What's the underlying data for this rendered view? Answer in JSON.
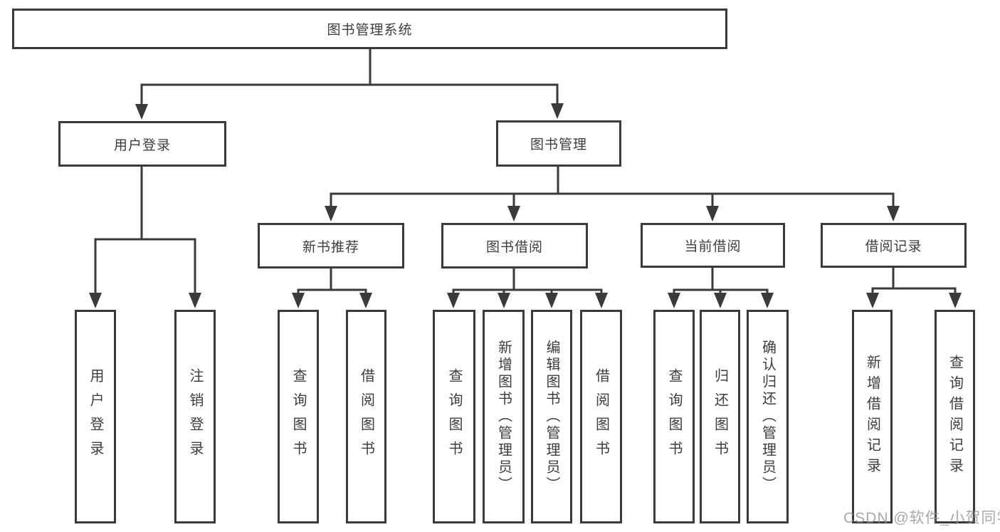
{
  "tree": {
    "root": "图书管理系统",
    "user_login": {
      "label": "用户登录",
      "children": [
        "用户登录",
        "注销登录"
      ]
    },
    "book_management": {
      "label": "图书管理",
      "sections": {
        "new_book_recommendation": {
          "label": "新书推荐",
          "children": [
            "查询图书",
            "借阅图书"
          ]
        },
        "book_borrowing": {
          "label": "图书借阅",
          "children": [
            "查询图书",
            "新增图书（管理员）",
            "编辑图书（管理员）",
            "借阅图书"
          ]
        },
        "current_borrowing": {
          "label": "当前借阅",
          "children": [
            "查询图书",
            "归还图书",
            "确认归还（管理员）"
          ]
        },
        "borrowing_records": {
          "label": "借阅记录",
          "children": [
            "新增借阅记录",
            "查询借阅记录"
          ]
        }
      }
    }
  },
  "watermark": {
    "text": "CSDN @软件_小贺同学"
  },
  "colors": {
    "line": "#3a3a3a",
    "text": "#3d3d3d",
    "box_background": "#ffffff",
    "watermark": "#949494"
  }
}
